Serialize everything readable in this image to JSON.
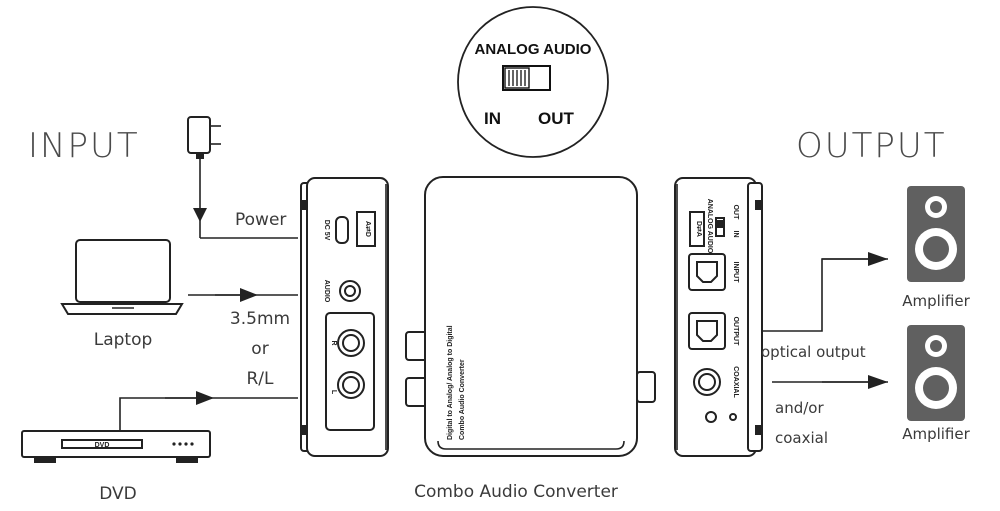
{
  "input_heading": "INPUT",
  "output_heading": "OUTPUT",
  "switch_title": "ANALOG AUDIO",
  "switch_in": "IN",
  "switch_out": "OUT",
  "inputs": {
    "power": "Power",
    "laptop": "Laptop",
    "cable_size": "3.5mm",
    "or": "or",
    "rl": "R/L",
    "dvd": "DVD",
    "dvd_player_label": "DVD"
  },
  "outputs": {
    "amplifier_top": "Amplifier",
    "amplifier_bottom": "Amplifier",
    "optical": "optical output",
    "and_or": "and/or",
    "coaxial": "coaxial"
  },
  "device": {
    "caption": "Combo Audio Converter",
    "top_line1": "Digital to Analog/ Analog to Digital",
    "top_line2": "Combo Audio Converter",
    "left_panel": {
      "dc": "DC 5V",
      "audio": "AUDIO",
      "r": "R",
      "l": "L",
      "mark": "A⇄D"
    },
    "right_panel": {
      "analog_audio": "ANALOG AUDIO",
      "in": "IN",
      "out": "OUT",
      "input": "INPUT",
      "output": "OUTPUT",
      "coaxial": "COAXIAL",
      "mark": "D⇄A"
    }
  }
}
